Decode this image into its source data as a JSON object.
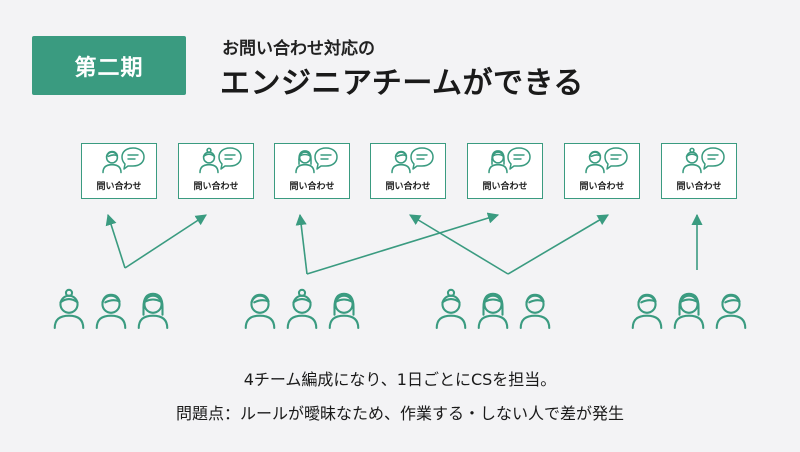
{
  "header": {
    "phase_label": "第二期",
    "subtitle": "お問い合わせ対応の",
    "title": "エンジニアチームができる"
  },
  "inquiry_cards": [
    {
      "label": "問い合わせ",
      "person": "short-hair"
    },
    {
      "label": "問い合わせ",
      "person": "bun"
    },
    {
      "label": "問い合わせ",
      "person": "long-hair"
    },
    {
      "label": "問い合わせ",
      "person": "short-hair"
    },
    {
      "label": "問い合わせ",
      "person": "long-hair"
    },
    {
      "label": "問い合わせ",
      "person": "short-hair"
    },
    {
      "label": "問い合わせ",
      "person": "bun"
    }
  ],
  "teams": [
    {
      "members": [
        "bun",
        "short-hair",
        "long-hair"
      ]
    },
    {
      "members": [
        "short-hair",
        "bun",
        "long-hair"
      ]
    },
    {
      "members": [
        "bun",
        "long-hair",
        "short-hair"
      ]
    },
    {
      "members": [
        "short-hair",
        "long-hair",
        "short-hair"
      ]
    }
  ],
  "captions": {
    "line1": "4チーム編成になり、1日ごとにCSを担当。",
    "line2": "問題点：ルールが曖昧なため、作業する・しない人で差が発生"
  },
  "colors": {
    "accent": "#3a9b80",
    "background": "#f3f3f5"
  }
}
